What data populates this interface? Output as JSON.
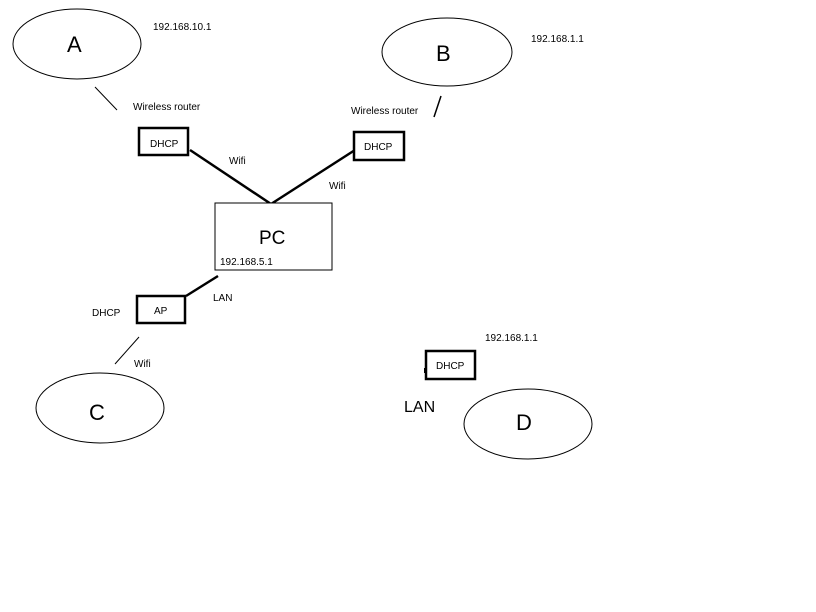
{
  "networks": {
    "a": {
      "name": "A",
      "ip": "192.168.10.1"
    },
    "b": {
      "name": "B",
      "ip": "192.168.1.1"
    },
    "c": {
      "name": "C"
    },
    "d": {
      "name": "D",
      "ip": "192.168.1.1"
    }
  },
  "devices": {
    "router_a": {
      "label": "DHCP",
      "caption": "Wireless router",
      "link_label": "Wifi"
    },
    "router_b": {
      "label": "DHCP",
      "caption": "Wireless router",
      "link_label": "Wifi"
    },
    "pc": {
      "label": "PC",
      "ip": "192.168.5.1"
    },
    "ap": {
      "label": "AP",
      "mode": "DHCP",
      "link_label": "LAN",
      "client_link_label": "Wifi"
    },
    "dhcp_d": {
      "label": "DHCP",
      "link_label": "LAN"
    }
  },
  "colors": {
    "line": "#000000",
    "background": "#ffffff"
  }
}
